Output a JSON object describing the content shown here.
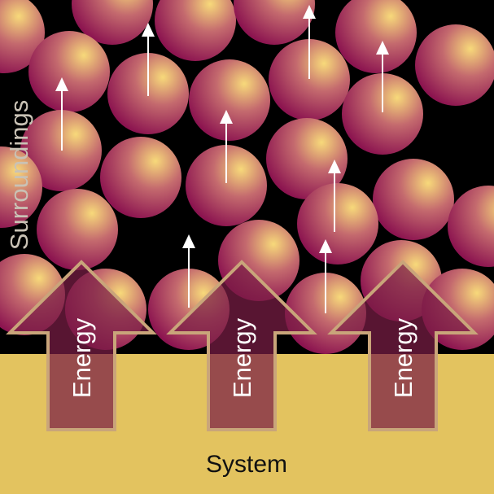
{
  "labels": {
    "surroundings": "Surroundings",
    "system": "System",
    "energy_arrows": [
      "Energy",
      "Energy",
      "Energy"
    ]
  },
  "colors": {
    "background": "#000000",
    "system": "#E3C35F",
    "sphere_highlight": "#F7D97A",
    "sphere_mid": "#C46A6E",
    "sphere_edge": "#8C1450",
    "arrow_fill": "#7A1D45",
    "arrow_outline": "#C9A57A",
    "surroundings_text": "#C9C2B5",
    "energy_text": "#FFFFFF",
    "motion_arrow": "#FFFFFF"
  },
  "icons": {
    "particle": "sphere",
    "motion": "up-arrow"
  }
}
